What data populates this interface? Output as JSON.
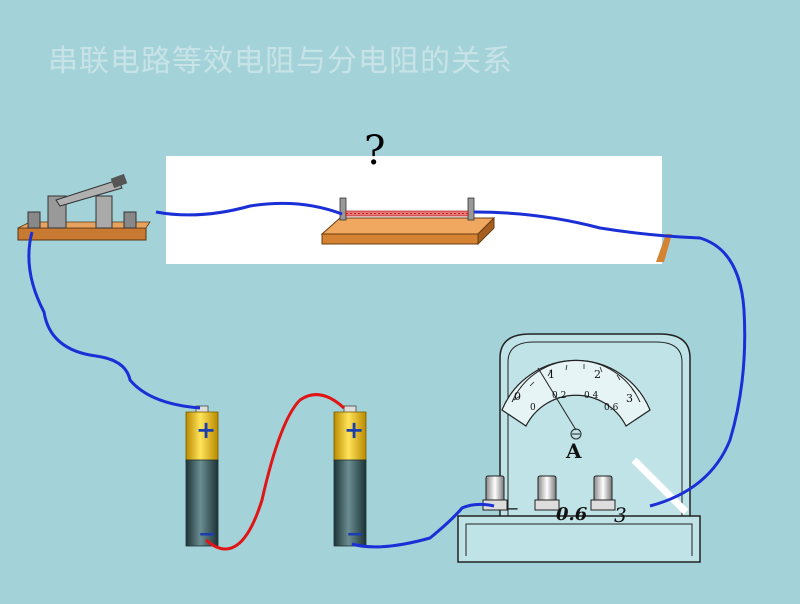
{
  "slide": {
    "title": "串联电路等效电阻与分电阻的关系",
    "unknown_resistor_label": "?"
  },
  "battery": {
    "positive_label": "+",
    "negative_label": "−"
  },
  "ammeter": {
    "symbol": "A",
    "upper_scale": [
      "0",
      "1",
      "2",
      "3"
    ],
    "lower_scale": [
      "0",
      "0.2",
      "0.4",
      "0.6"
    ],
    "terminals": [
      "−",
      "0.6",
      "3"
    ]
  },
  "colors": {
    "background": "#a3d3d9",
    "wire_blue": "#1a2fd6",
    "wire_red": "#e01515",
    "board_wood": "#d98a3a",
    "battery_yellow": "#f2c61f",
    "battery_body": "#3c5b60"
  }
}
